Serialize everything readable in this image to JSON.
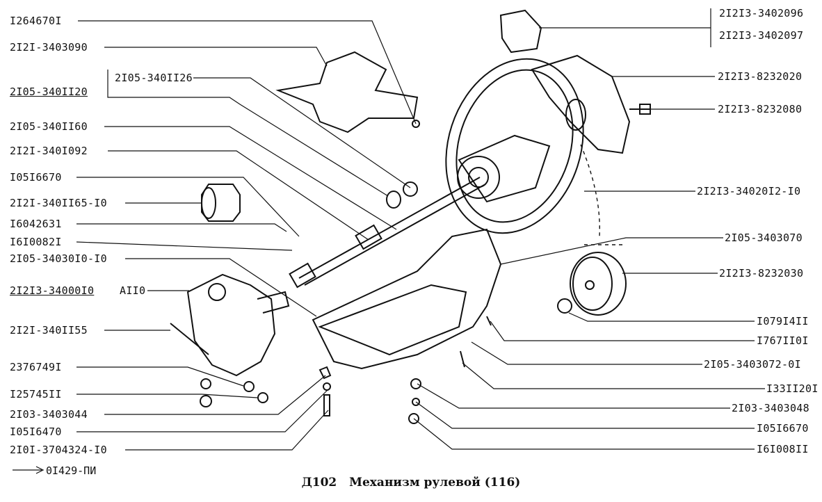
{
  "labels_left": [
    "I264670I",
    "2I2I-3403090",
    "2I05-340II26",
    "2I05-340II20",
    "2I05-340II60",
    "2I2I-340I092",
    "I05I6670",
    "2I2I-340II65-I0",
    "I6042631",
    "I6I0082I",
    "2I05-34030I0-I0",
    "2I2I3-34000I0",
    "АII0",
    "2I2I-340II55",
    "2376749I",
    "I25745II",
    "2I03-3403044",
    "I05I6470",
    "2I0I-3704324-I0"
  ],
  "labels_right": [
    "2I2I3-3402096",
    "2I2I3-3402097",
    "2I2I3-8232020",
    "2I2I3-8232080",
    "2I2I3-34020I2-I0",
    "2I05-3403070",
    "2I2I3-8232030",
    "I079I4II",
    "I767II0I",
    "2I05-3403072-0I",
    "I33II20I",
    "2I03-3403048",
    "I05I6670",
    "I6I008II"
  ],
  "reference": "0I429-ПИ",
  "caption": {
    "code": "Д102",
    "title": "Механизм рулевой (116)"
  }
}
